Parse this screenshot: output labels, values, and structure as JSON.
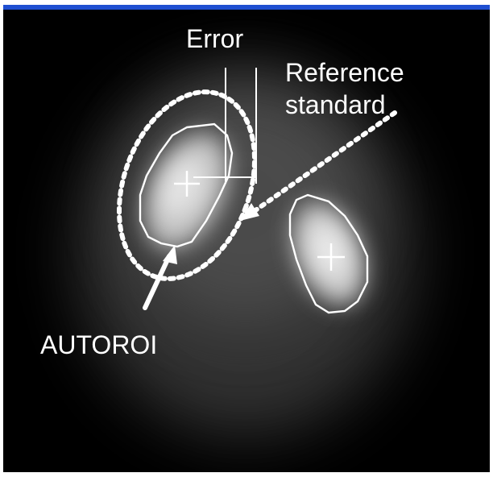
{
  "labels": {
    "error": "Error",
    "reference_line1": "Reference",
    "reference_line2": "standard",
    "autoroi": "AUTOROI"
  },
  "colors": {
    "accent_bar": "#1f4fd1",
    "background": "#000000",
    "annotation": "#ffffff"
  }
}
